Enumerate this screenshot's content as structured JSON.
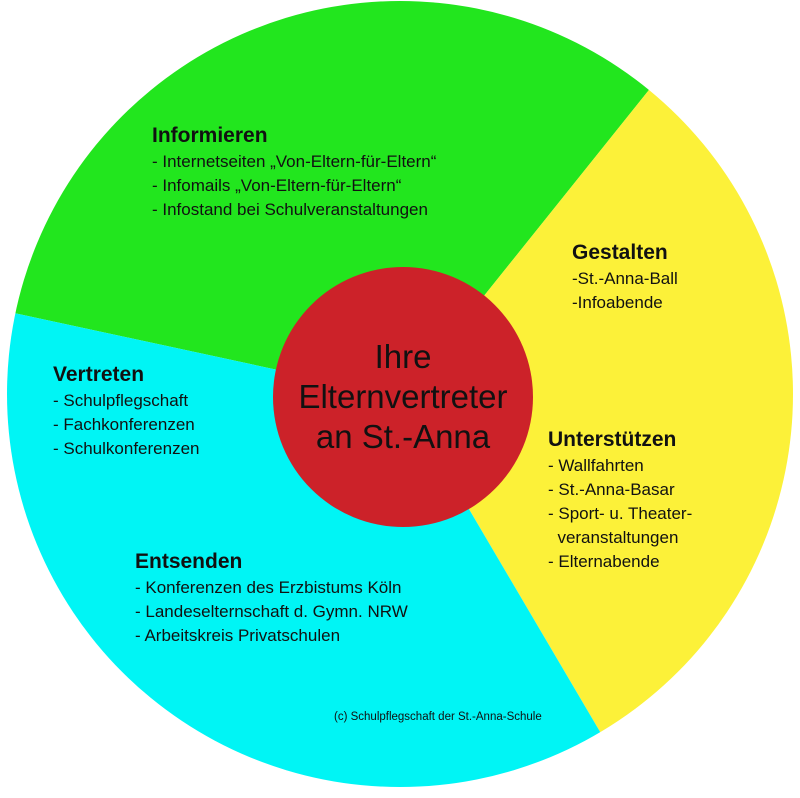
{
  "center_title": [
    "Ihre",
    "Elternvertreter",
    "an St.-Anna"
  ],
  "sections": {
    "informieren": {
      "title": "Informieren",
      "items": [
        "- Internetseiten „Von-Eltern-für-Eltern“",
        "- Infomails „Von-Eltern-für-Eltern“",
        "- Infostand bei Schulveranstaltungen"
      ]
    },
    "gestalten": {
      "title": "Gestalten",
      "items": [
        "-St.-Anna-Ball",
        "-Infoabende"
      ]
    },
    "unterstuetzen": {
      "title": "Unterstützen",
      "items": [
        "- Wallfahrten",
        "- St.-Anna-Basar",
        "- Sport- u. Theater-",
        "  veranstaltungen",
        "- Elternabende"
      ]
    },
    "vertreten": {
      "title": "Vertreten",
      "items": [
        "- Schulpflegschaft",
        "- Fachkonferenzen",
        "- Schulkonferenzen"
      ]
    },
    "entsenden": {
      "title": "Entsenden",
      "items": [
        "- Konferenzen des Erzbistums Köln",
        "- Landeselternschaft d. Gymn. NRW",
        "- Arbeitskreis Privatschulen"
      ]
    }
  },
  "copyright": "(c) Schulpflegschaft der St.-Anna-Schule",
  "colors": {
    "green": "#22e61e",
    "yellow": "#fcf139",
    "cyan": "#00f5f5",
    "red": "#cc2229"
  }
}
